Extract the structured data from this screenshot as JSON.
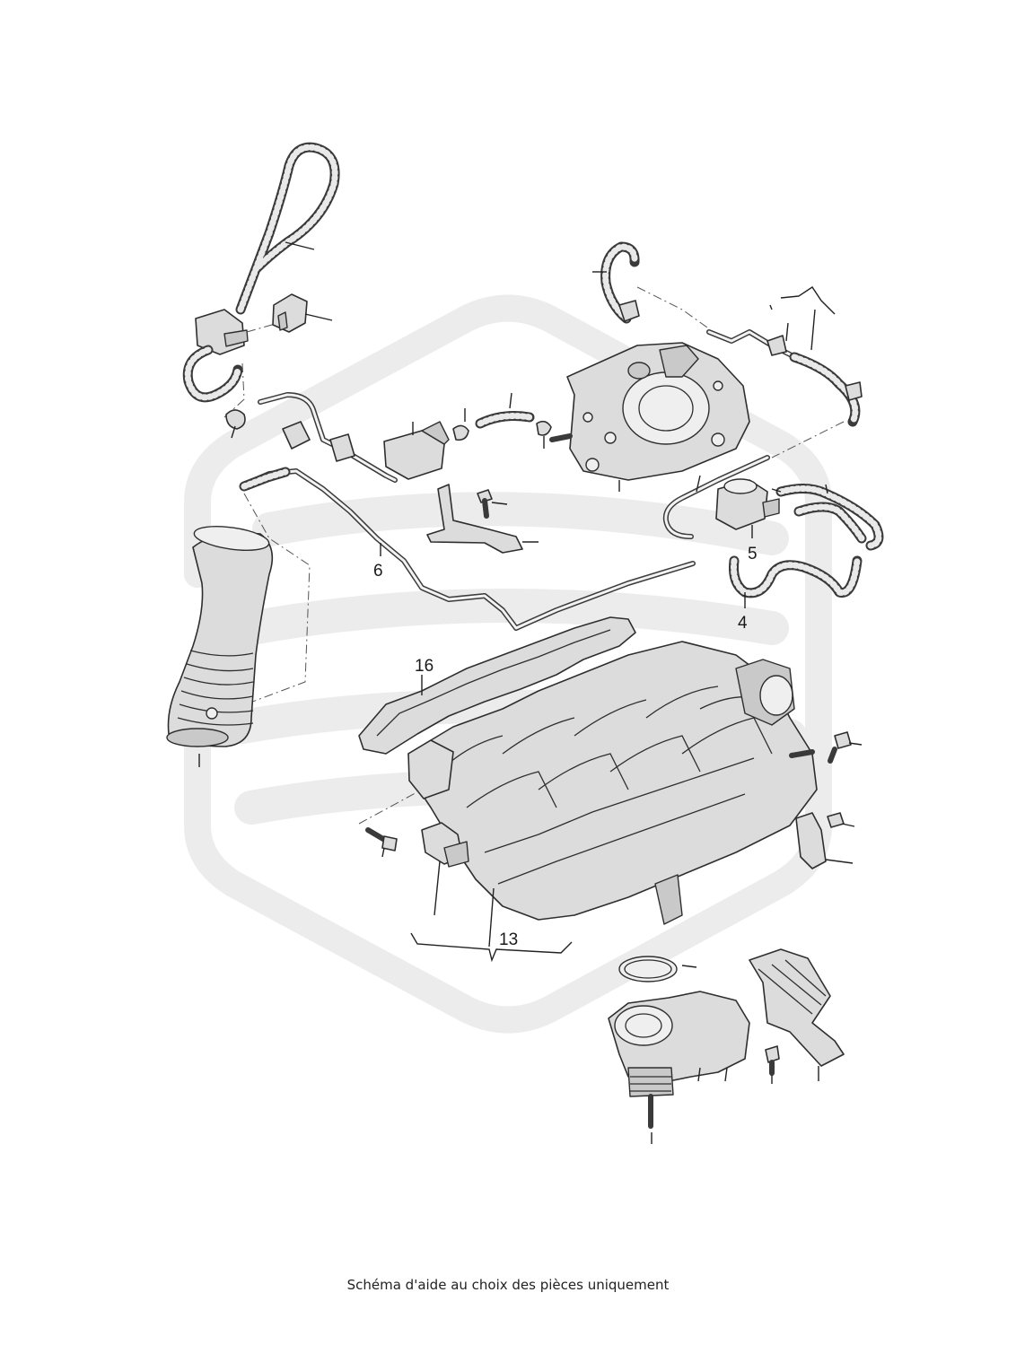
{
  "labels": {
    "p4": "4",
    "p5": "5",
    "p6": "6",
    "p13": "13",
    "p16": "16"
  },
  "caption": "Schéma d'aide au choix des pièces uniquement",
  "colors": {
    "watermark": "#ececec",
    "line": "#2e2e2e",
    "part_fill": "#dcdcdc"
  }
}
